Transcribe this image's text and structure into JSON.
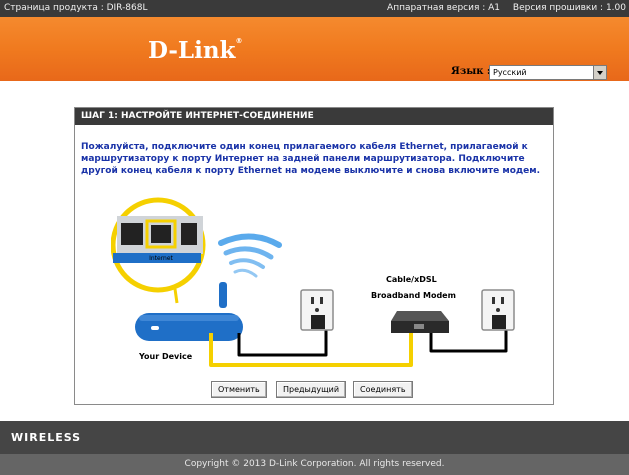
{
  "topbar": {
    "product_page": "Страница продукта : DIR-868L",
    "hardware_version": "Аппаратная версия : A1",
    "firmware_version": "Версия прошивки : 1.00"
  },
  "header": {
    "logo": "D-Link",
    "language_label": "Язык :",
    "language_value": "Русский"
  },
  "panel": {
    "title": "ШАГ 1: НАСТРОЙТЕ ИНТЕРНЕТ-СОЕДИНЕНИЕ",
    "instructions": "Пожалуйста, подключите один конец прилагаемого кабеля Ethernet, прилагаемой к маршрутизатору к порту Интернет на задней панели маршрутизатора. Подключите другой конец кабеля к порту Ethernet на модеме выключите и снова включите модем."
  },
  "diagram": {
    "port_label": "Internet",
    "modem_label_1": "Cable/xDSL",
    "modem_label_2": "Broadband Modem",
    "device_label": "Your Device",
    "colors": {
      "cable_yellow": "#f5d000",
      "wifi_blue": "#3d9be9",
      "router_blue": "#1f6fc7"
    }
  },
  "buttons": {
    "cancel": "Отменить",
    "previous": "Предыдущий",
    "connect": "Соединять"
  },
  "footer": {
    "brand": "WIRELESS",
    "copyright": "Copyright © 2013 D-Link Corporation. All rights reserved."
  }
}
